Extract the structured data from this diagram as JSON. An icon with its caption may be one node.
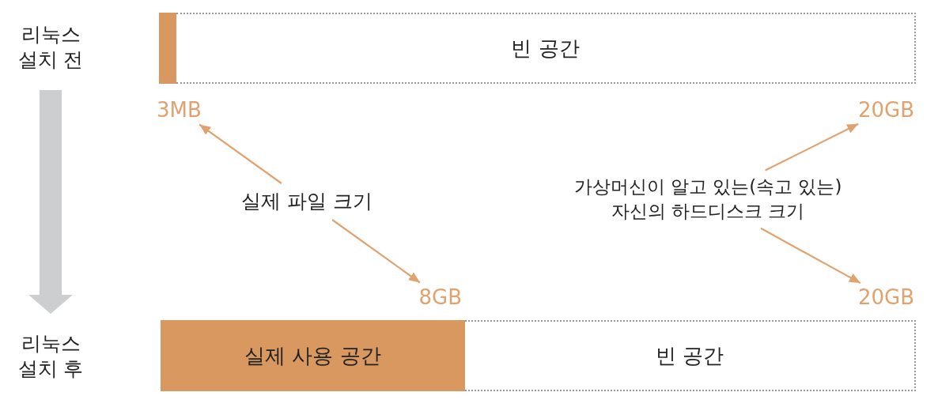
{
  "diagram": {
    "nodes": [
      {
        "text": [
          "리눅스 설치 전"
        ]
      },
      {
        "text": [],
        "shape": "bar"
      },
      {
        "text": [
          "빈 공간"
        ]
      },
      {
        "text": [
          "3MB"
        ]
      },
      {
        "text": [
          "20GB"
        ]
      },
      {
        "text": [
          "실제 파일 크기"
        ]
      },
      {
        "text": [
          "가상머신이 알고 있는(속고 있는) 자신의 하드디스크 크기"
        ]
      },
      {
        "text": [
          "8GB"
        ]
      },
      {
        "text": [
          "20GB"
        ]
      },
      {
        "text": [
          "리눅스 설치 후"
        ]
      },
      {
        "text": [
          "실제 사용 공간"
        ]
      },
      {
        "text": [
          "빈 공간"
        ]
      }
    ],
    "edges": [
      {
        "from": 0,
        "to": 9,
        "arrow": "to",
        "style": "thick",
        "color": "#cdced0"
      },
      {
        "from": 5,
        "to": 3,
        "arrow": "to"
      },
      {
        "from": 5,
        "to": 7,
        "arrow": "to"
      },
      {
        "from": 6,
        "to": 4,
        "arrow": "to"
      },
      {
        "from": 6,
        "to": 8,
        "arrow": "to"
      }
    ]
  }
}
